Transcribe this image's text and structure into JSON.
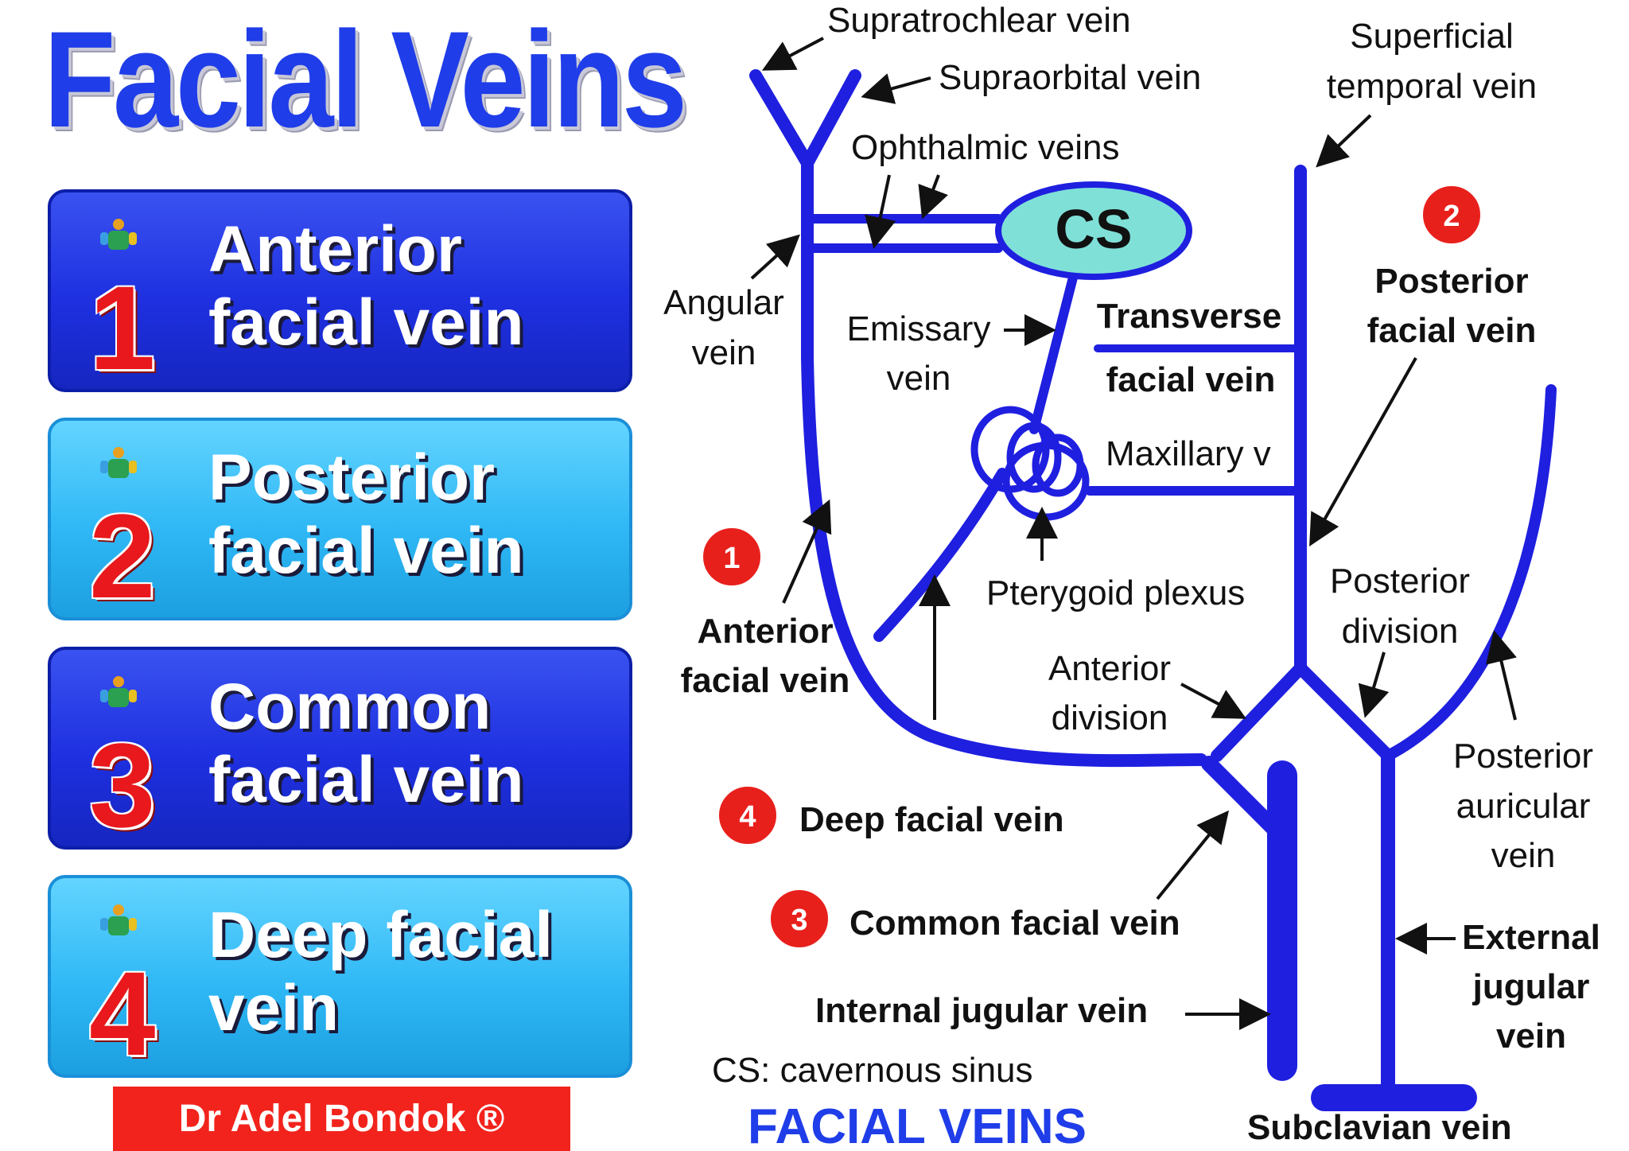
{
  "title": "Facial Veins",
  "cards": [
    {
      "number": "1",
      "line1": "Anterior",
      "line2": "facial vein",
      "style": "dark"
    },
    {
      "number": "2",
      "line1": "Posterior",
      "line2": "facial vein",
      "style": "light"
    },
    {
      "number": "3",
      "line1": "Common",
      "line2": "facial vein",
      "style": "dark"
    },
    {
      "number": "4",
      "line1": "Deep facial",
      "line2": "vein",
      "style": "light"
    }
  ],
  "credit": "Dr Adel Bondok ®",
  "diagram": {
    "labels": {
      "supratrochlear": "Supratrochlear vein",
      "supraorbital": "Supraorbital vein",
      "superficial_temporal_1": "Superficial",
      "superficial_temporal_2": "temporal vein",
      "ophthalmic": "Ophthalmic veins",
      "cs": "CS",
      "angular_1": "Angular",
      "angular_2": "vein",
      "emissary_1": "Emissary",
      "emissary_2": "vein",
      "transverse_1": "Transverse",
      "transverse_2": "facial vein",
      "posterior_facial_1": "Posterior",
      "posterior_facial_2": "facial vein",
      "maxillary": "Maxillary v",
      "pterygoid": "Pterygoid plexus",
      "anterior_facial_1": "Anterior",
      "anterior_facial_2": "facial vein",
      "posterior_division_1": "Posterior",
      "posterior_division_2": "division",
      "anterior_division_1": "Anterior",
      "anterior_division_2": "division",
      "deep_facial": "Deep facial vein",
      "posterior_auricular_1": "Posterior",
      "posterior_auricular_2": "auricular",
      "posterior_auricular_3": "vein",
      "common_facial": "Common facial vein",
      "external_jugular_1": "External",
      "external_jugular_2": "jugular",
      "external_jugular_3": "vein",
      "internal_jugular": "Internal jugular vein",
      "cs_note": "CS: cavernous sinus",
      "bottom_title": "FACIAL VEINS",
      "subclavian": "Subclavian vein"
    },
    "badges": {
      "b1": "1",
      "b2": "2",
      "b3": "3",
      "b4": "4"
    },
    "colors": {
      "vein": "#1f1fe0",
      "badge": "#e8201c",
      "cs_fill": "#7fe0d8"
    }
  }
}
